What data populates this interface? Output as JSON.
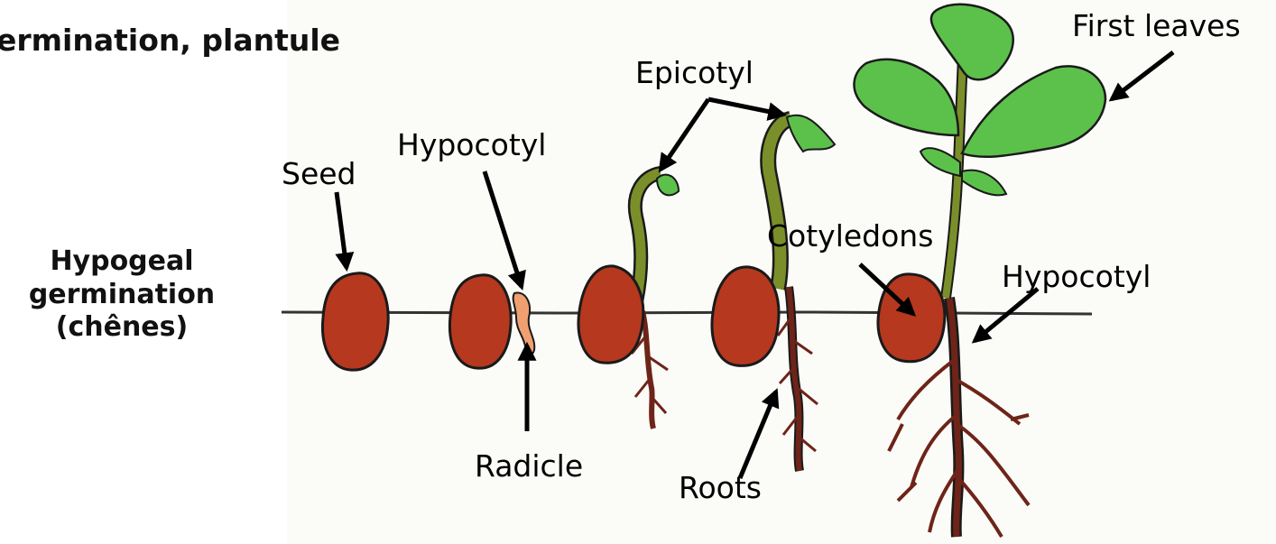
{
  "title": "ermination, plantule",
  "side_label": {
    "line1": "Hypogeal",
    "line2": "germination",
    "line3": "(chênes)"
  },
  "labels": {
    "seed": "Seed",
    "hypocotyl_top": "Hypocotyl",
    "epicotyl": "Epicotyl",
    "first_leaves": "First leaves",
    "cotyledons": "Cotyledons",
    "hypocotyl_right": "Hypocotyl",
    "radicle": "Radicle",
    "roots": "Roots"
  },
  "colors": {
    "seed_fill": "#b5381f",
    "seed_outline": "#1a1a1a",
    "stem": "#7a8f2a",
    "leaf": "#5cc14a",
    "root": "#6e2418",
    "radicle": "#f0a070",
    "soil_line": "#333333",
    "paper": "#fbfbf8"
  }
}
